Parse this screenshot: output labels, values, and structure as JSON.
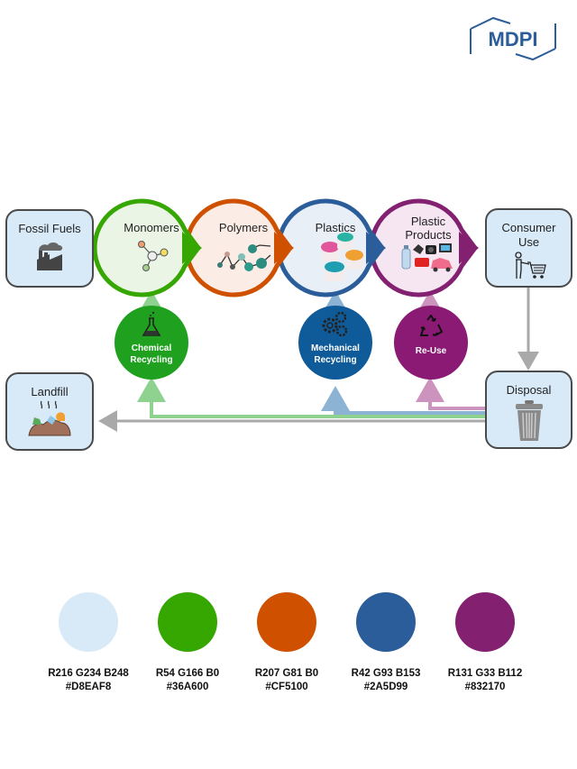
{
  "logo": {
    "text": "MDPI",
    "color": "#2A5D99"
  },
  "flow": {
    "source": {
      "label": "Fossil Fuels",
      "icon": "factory-icon"
    },
    "stages": [
      {
        "label": "Monomers",
        "color": "#36A600",
        "fill": "#EAF5E6",
        "icon": "molecule-icon"
      },
      {
        "label": "Polymers",
        "color": "#CF5100",
        "fill": "#FBEDE6",
        "icon": "polymer-chain-icon"
      },
      {
        "label": "Plastics",
        "color": "#2A5D99",
        "fill": "#E8EFF6",
        "icon": "plastic-pellets-icon"
      },
      {
        "label_line1": "Plastic",
        "label_line2": "Products",
        "color": "#832170",
        "fill": "#F5E6F1",
        "icon": "products-icon"
      }
    ],
    "consumer": {
      "label_line1": "Consumer",
      "label_line2": "Use",
      "icon": "shopping-cart-icon"
    },
    "disposal": {
      "label": "Disposal",
      "icon": "trash-can-icon"
    },
    "landfill": {
      "label": "Landfill",
      "icon": "landfill-icon"
    },
    "processes": [
      {
        "label_line1": "Chemical",
        "label_line2": "Recycling",
        "color": "#1FA11F",
        "arrow_color": "#8FD18F",
        "icon": "flask-icon"
      },
      {
        "label_line1": "Mechanical",
        "label_line2": "Recycling",
        "color": "#0F5B99",
        "arrow_color": "#8CB3D4",
        "icon": "gears-icon"
      },
      {
        "label_line1": "Re-Use",
        "label_line2": "",
        "color": "#8A1A74",
        "arrow_color": "#CC93BE",
        "icon": "recycle-icon"
      }
    ],
    "arrow_gray": "#A9A9A9"
  },
  "palette": [
    {
      "rgb": "R216 G234 B248",
      "hex": "#D8EAF8"
    },
    {
      "rgb": "R54 G166 B0",
      "hex": "#36A600"
    },
    {
      "rgb": "R207 G81 B0",
      "hex": "#CF5100"
    },
    {
      "rgb": "R42 G93 B153",
      "hex": "#2A5D99"
    },
    {
      "rgb": "R131 G33 B112",
      "hex": "#832170"
    }
  ]
}
